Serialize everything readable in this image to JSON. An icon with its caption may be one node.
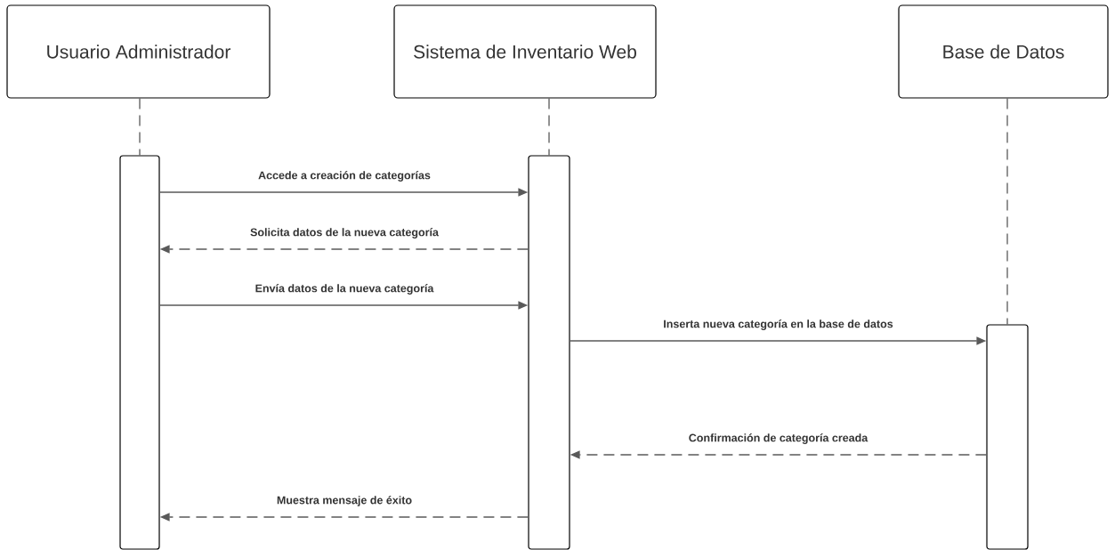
{
  "diagram": {
    "nodes": [
      {
        "text": [
          "Usuario Administrador"
        ]
      },
      {
        "text": [
          "Sistema de Inventario Web"
        ]
      },
      {
        "text": [
          "Base de Datos"
        ]
      },
      {
        "text": [],
        "shape": "bar"
      },
      {
        "text": [],
        "shape": "bar"
      },
      {
        "text": [],
        "shape": "bar"
      }
    ],
    "edges": [
      {
        "from": 0,
        "to": 3,
        "arrow": "none",
        "style": "dashed"
      },
      {
        "from": 1,
        "to": 4,
        "arrow": "none",
        "style": "dashed"
      },
      {
        "from": 2,
        "to": 5,
        "arrow": "none",
        "style": "dashed"
      },
      {
        "from": 3,
        "to": 4,
        "arrow": "to",
        "label": "Accede a creación de categorías"
      },
      {
        "from": 4,
        "to": 3,
        "arrow": "to",
        "style": "dashed",
        "label": "Solicita datos de la nueva categoría"
      },
      {
        "from": 3,
        "to": 4,
        "arrow": "to",
        "label": "Envía datos de la nueva categoría"
      },
      {
        "from": 4,
        "to": 5,
        "arrow": "to",
        "label": "Inserta nueva categoría en la base de datos"
      },
      {
        "from": 5,
        "to": 4,
        "arrow": "to",
        "style": "dashed",
        "label": "Confirmación de categoría creada"
      },
      {
        "from": 4,
        "to": 3,
        "arrow": "to",
        "style": "dashed",
        "label": "Muestra mensaje de éxito"
      }
    ]
  }
}
